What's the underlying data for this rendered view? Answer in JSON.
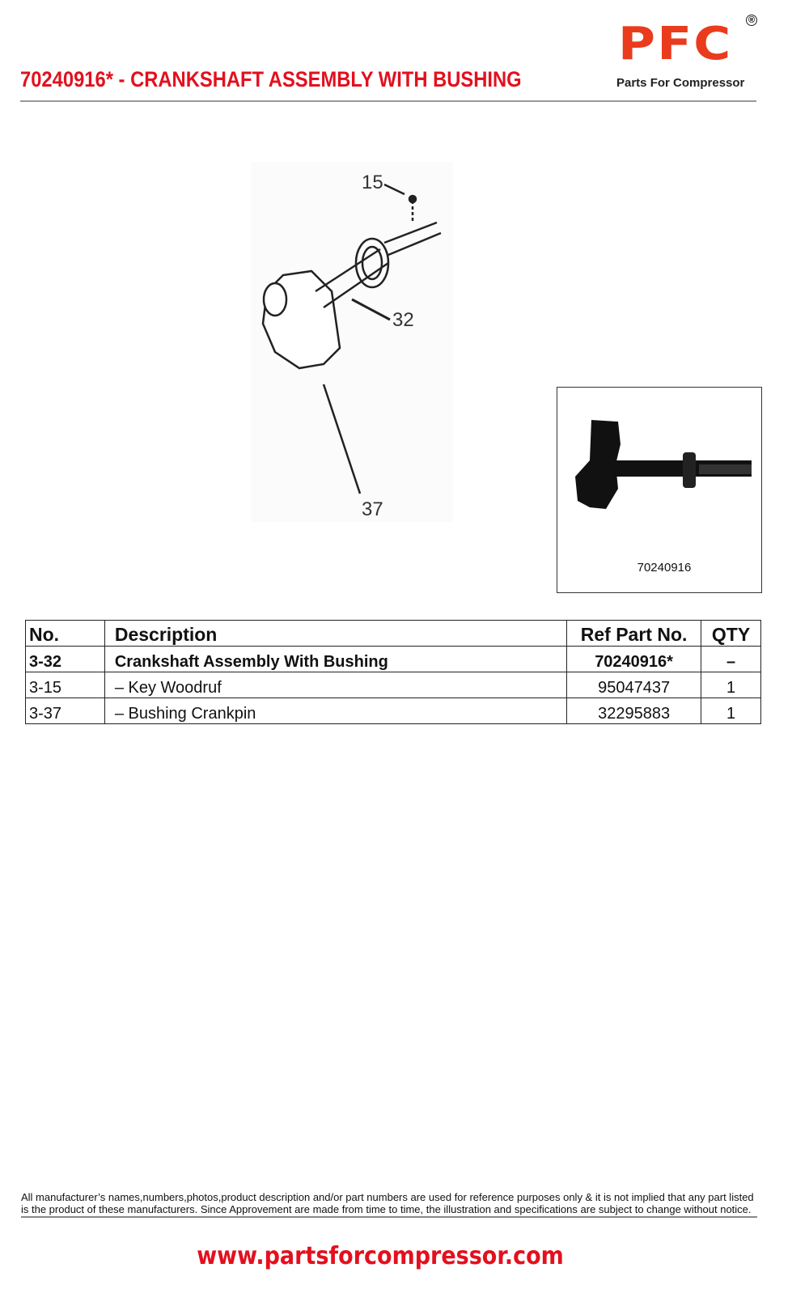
{
  "header": {
    "title": "70240916* - CRANKSHAFT ASSEMBLY WITH BUSHING",
    "logo_text": "PFC",
    "logo_tagline": "Parts For Compressor",
    "logo_mark": "®"
  },
  "diagram": {
    "callouts": [
      "15",
      "32",
      "37"
    ]
  },
  "photo": {
    "caption": "70240916"
  },
  "table": {
    "headers": [
      "No.",
      "Description",
      "Ref Part No.",
      "QTY"
    ],
    "rows": [
      {
        "no": "3-32",
        "description": "Crankshaft Assembly With Bushing",
        "ref": "70240916*",
        "qty": "–"
      },
      {
        "no": "3-15",
        "description": "– Key Woodruf",
        "ref": "95047437",
        "qty": "1"
      },
      {
        "no": "3-37",
        "description": "– Bushing Crankpin",
        "ref": "32295883",
        "qty": "1"
      }
    ]
  },
  "footer": {
    "disclaimer": "All manufacturer’s names,numbers,photos,product description and/or part numbers are used for reference purposes only & it is not implied that any part listed is the product of these manufacturers.  Since Approvement are made from time to time,  the illustration and specifications are subject to change without notice.",
    "url": "www.partsforcompressor.com"
  }
}
